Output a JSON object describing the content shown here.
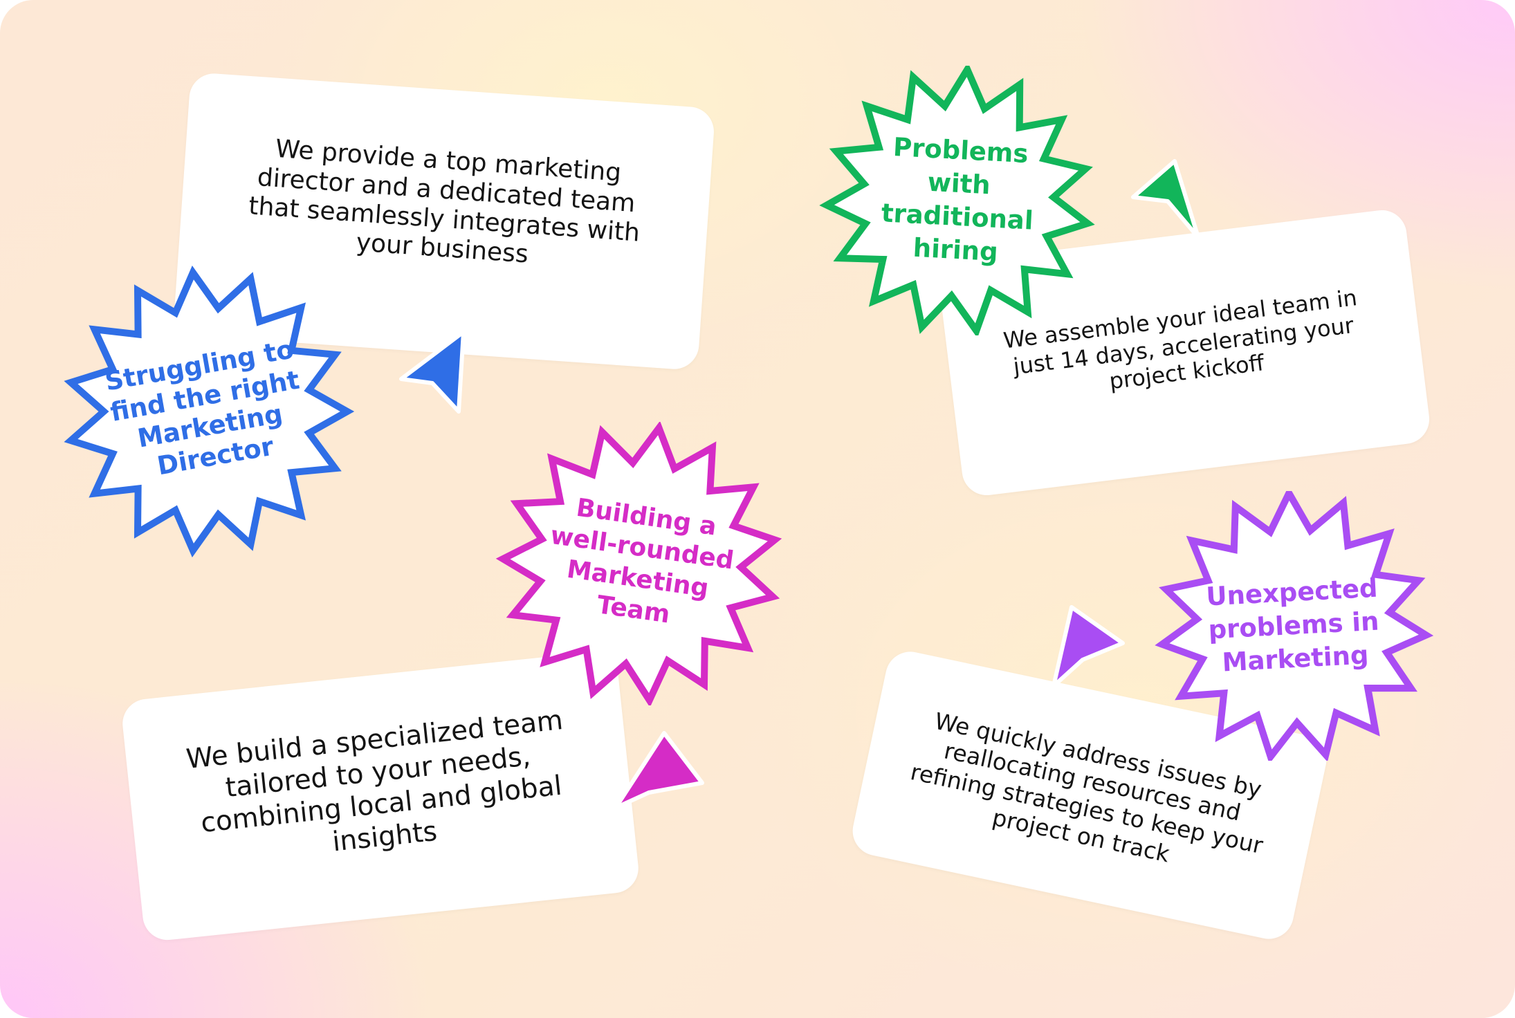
{
  "colors": {
    "blue": "#2f6ee6",
    "green": "#12b55a",
    "magenta": "#d52cc6",
    "purple": "#a94df3",
    "card_text": "#141414"
  },
  "blocks": [
    {
      "id": "director",
      "problem": "Struggling to\nfind the right\nMarketing\nDirector",
      "solution": "We provide a top marketing\ndirector and a dedicated team\nthat seamlessly integrates with\nyour business",
      "color": "#2f6ee6",
      "icon": "cursor-arrow-icon"
    },
    {
      "id": "hiring",
      "problem": "Problems\nwith\ntraditional\nhiring",
      "solution": "We assemble your ideal team in\njust 14 days, accelerating your\nproject kickoff",
      "color": "#12b55a",
      "icon": "cursor-arrow-icon"
    },
    {
      "id": "team",
      "problem": "Building a\nwell-rounded\nMarketing\nTeam",
      "solution": "We build a specialized team\ntailored to your needs,\ncombining local and global\ninsights",
      "color": "#d52cc6",
      "icon": "cursor-arrow-icon"
    },
    {
      "id": "unexpected",
      "problem": "Unexpected\nproblems in\nMarketing",
      "solution": "We quickly address issues by\nreallocating resources and\nrefining strategies to keep your\nproject on track",
      "color": "#a94df3",
      "icon": "cursor-arrow-icon"
    }
  ]
}
